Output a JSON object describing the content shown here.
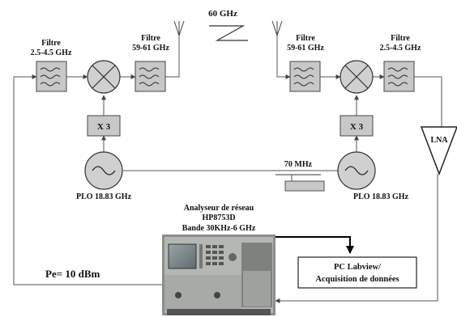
{
  "link": {
    "freq_label": "60 GHz"
  },
  "tx": {
    "filter_if": {
      "title": "Filtre",
      "band": "2.5-4.5 GHz"
    },
    "filter_rf": {
      "title": "Filtre",
      "band": "59-61 GHz"
    },
    "multiplier": "X 3",
    "plo": "PLO 18.83 GHz"
  },
  "rx": {
    "filter_rf": {
      "title": "Filtre",
      "band": "59-61 GHz"
    },
    "filter_if": {
      "title": "Filtre",
      "band": "2.5-4.5 GHz"
    },
    "multiplier": "X 3",
    "plo": "PLO 18.83 GHz",
    "lna": "LNA"
  },
  "reference": {
    "label": "70 MHz"
  },
  "analyzer": {
    "line1": "Analyseur de réseau",
    "line2": "HP8753D",
    "line3": "Bande 30KHz-6 GHz"
  },
  "pc": {
    "line1": "PC Labview/",
    "line2": "Acquisition de données"
  },
  "power": {
    "label": "Pe= 10 dBm"
  }
}
